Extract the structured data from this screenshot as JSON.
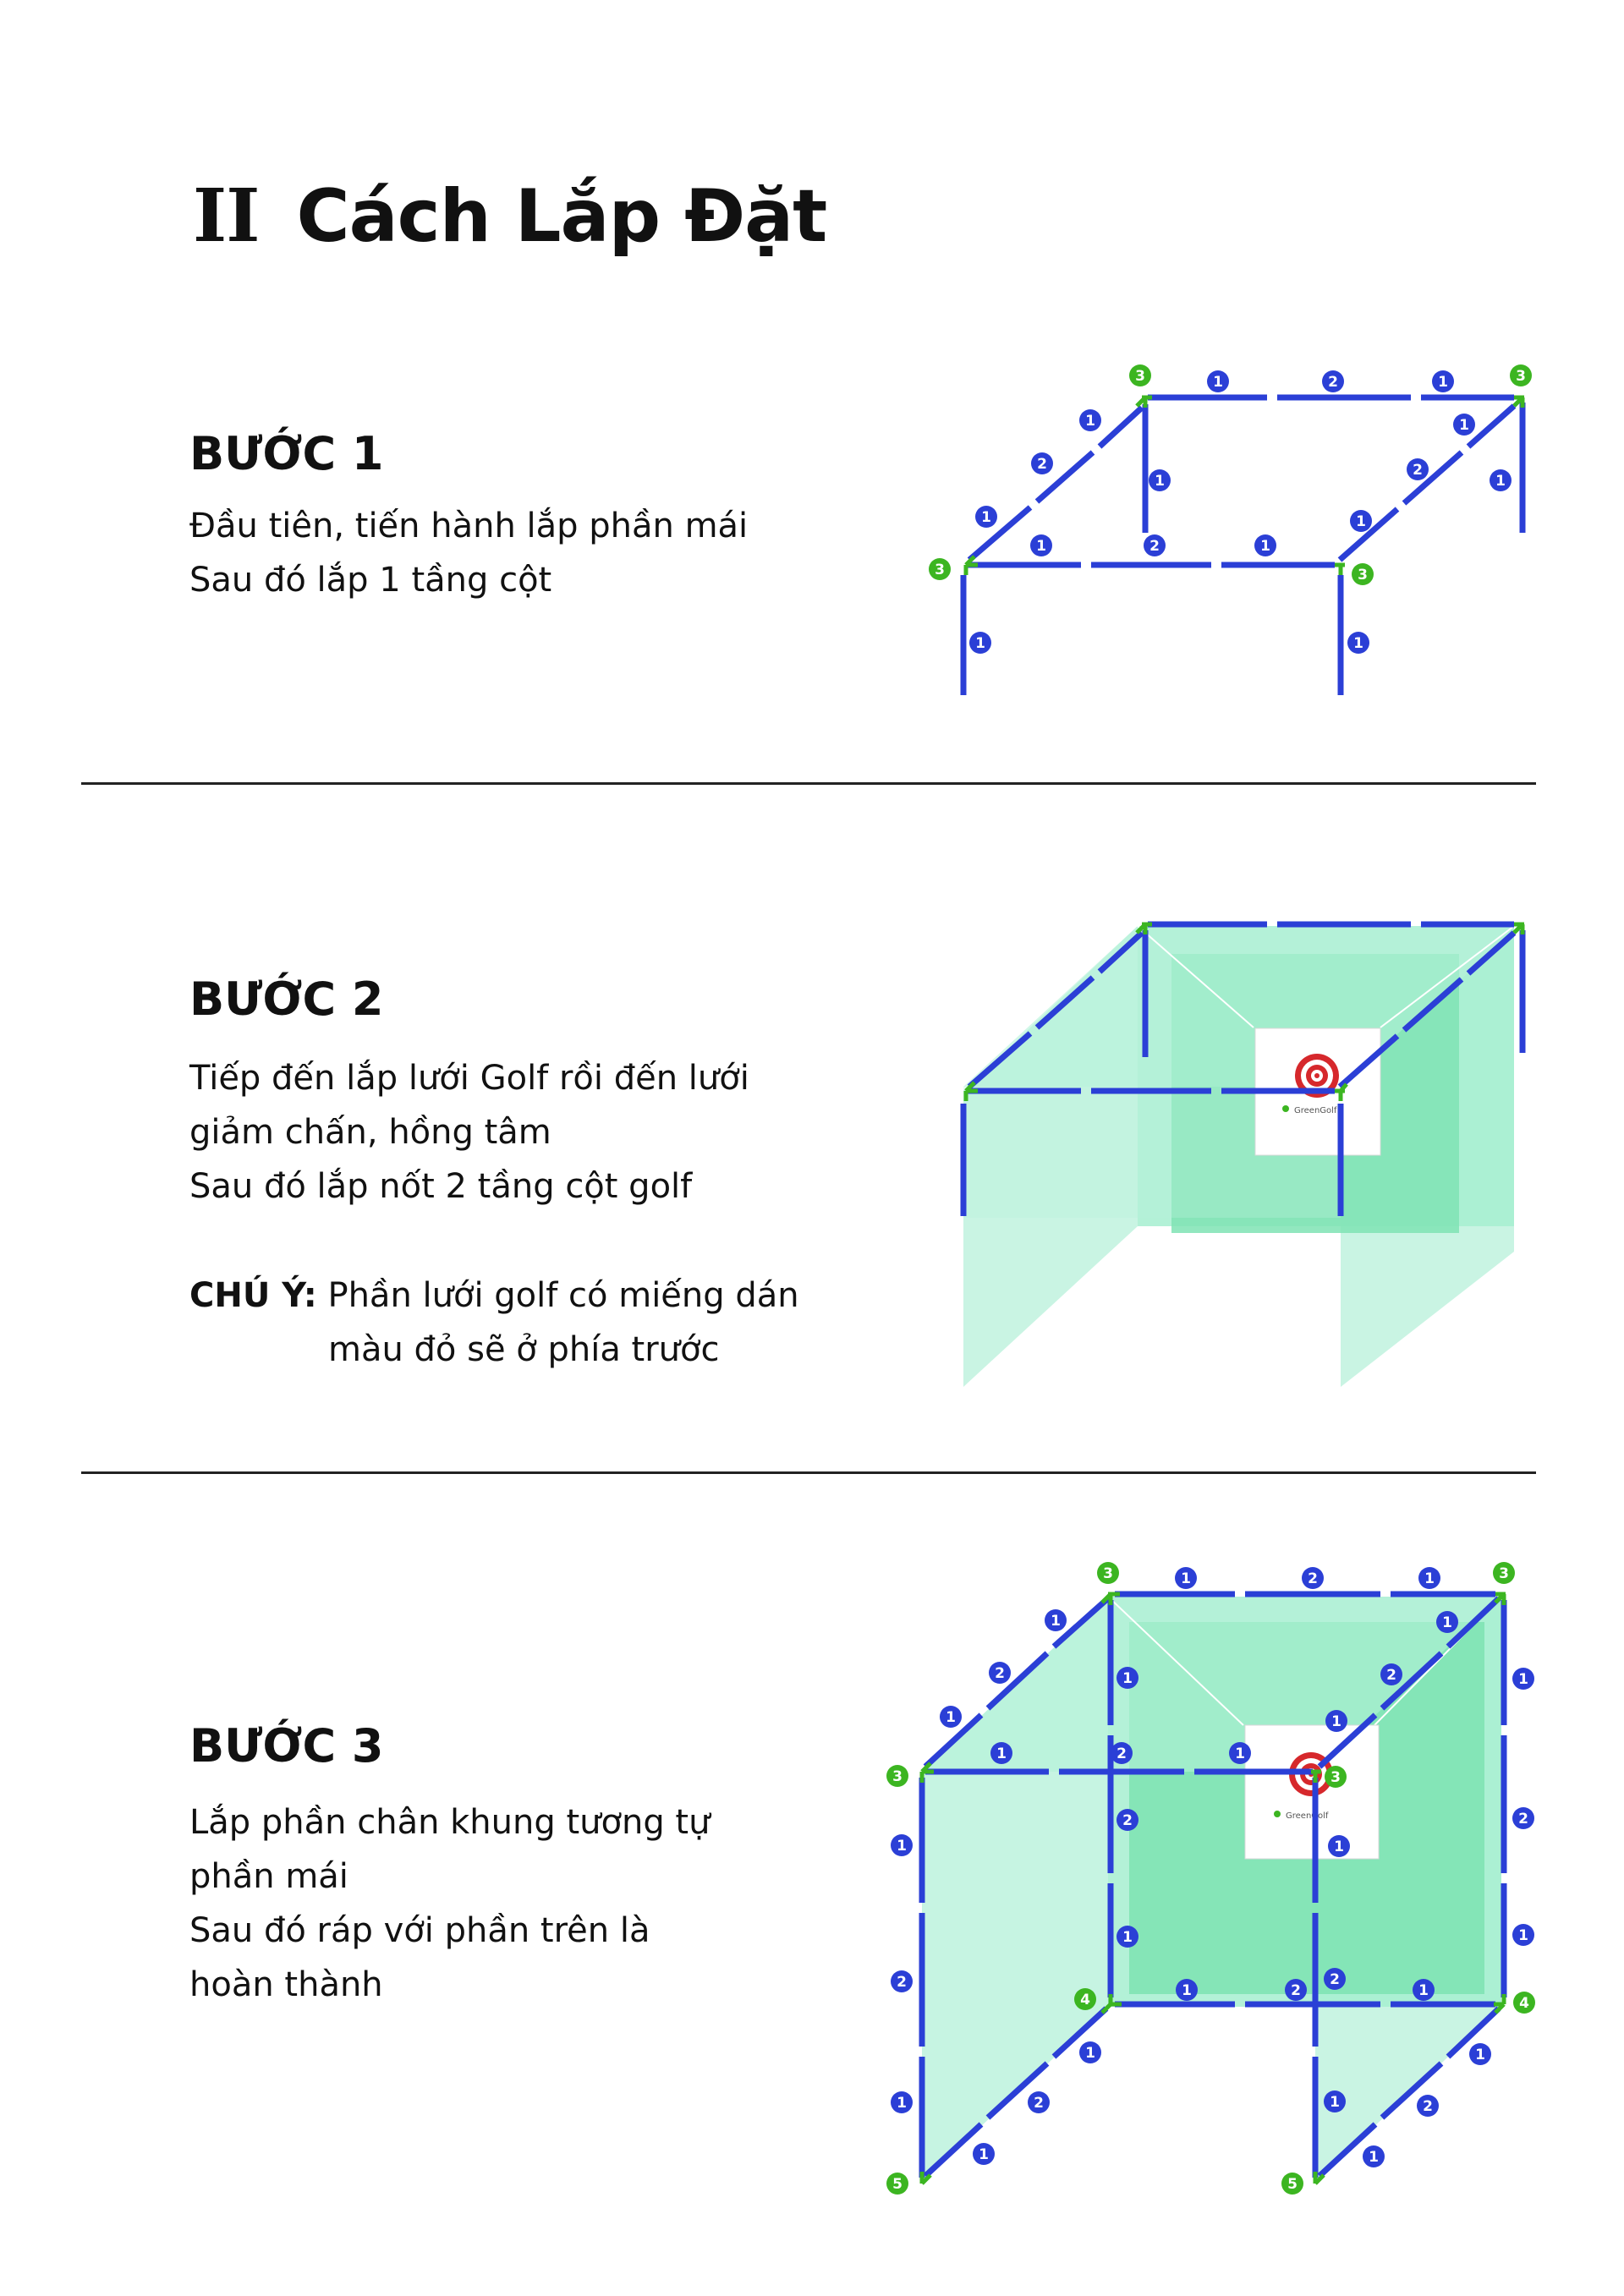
{
  "page": {
    "section_number": "II",
    "section_title": "Cách Lắp Đặt"
  },
  "steps": [
    {
      "heading": "BƯỚC 1",
      "lines": [
        "Đầu tiên, tiến hành lắp phần mái",
        "Sau đó lắp 1 tầng cột"
      ]
    },
    {
      "heading": "BƯỚC 2",
      "lines": [
        "Tiếp đến lắp lưới Golf rồi đến lưới",
        "giảm chấn, hồng tâm",
        "Sau đó lắp nốt 2 tầng cột golf"
      ],
      "note_label": "CHÚ Ý:",
      "note_lines": [
        "Phần lưới golf có miếng dán",
        "màu đỏ sẽ ở phía trước"
      ]
    },
    {
      "heading": "BƯỚC 3",
      "lines": [
        "Lắp phần chân khung tương tự",
        "phần mái",
        "Sau đó ráp với phần trên là",
        "hoàn thành"
      ]
    }
  ],
  "diagram": {
    "target_logo_text": "GreenGolf",
    "colors": {
      "frame": "#2b3fd6",
      "connector": "#3cb521",
      "net": "#8de8c4",
      "net_back": "#63dfa5",
      "target_red": "#d6282c"
    },
    "step1_badges": [
      "1",
      "2",
      "1",
      "3",
      "3",
      "1",
      "2",
      "1",
      "1",
      "2",
      "1",
      "1",
      "2",
      "1",
      "3",
      "1",
      "3",
      "1",
      "1"
    ],
    "step3_badges": [
      "1",
      "2",
      "1",
      "3",
      "3",
      "1",
      "2",
      "1",
      "1",
      "2",
      "1",
      "1",
      "2",
      "1",
      "3",
      "1",
      "1",
      "1",
      "2",
      "2",
      "1",
      "1",
      "2",
      "1",
      "1",
      "2",
      "1",
      "4",
      "2",
      "1",
      "1",
      "2",
      "1",
      "4",
      "5",
      "2",
      "1",
      "1",
      "5",
      "1",
      "2",
      "3",
      "1",
      "2",
      "1"
    ]
  }
}
